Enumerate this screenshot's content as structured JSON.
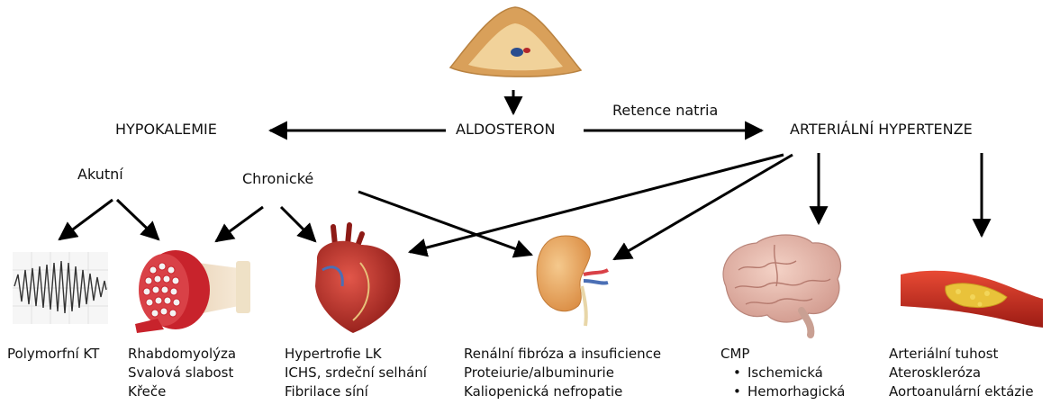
{
  "center": {
    "aldosteron": "ALDOSTERON"
  },
  "left": {
    "hypokalemie": "HYPOKALEMIE",
    "akutni": "Akutní",
    "chronicke": "Chronické"
  },
  "right": {
    "hypertenze": "ARTERIÁLNÍ HYPERTENZE",
    "retence": "Retence natria"
  },
  "captions": {
    "kt": [
      "Polymorfní KT"
    ],
    "rhabdo": [
      "Rhabdomyolýza",
      "Svalová slabost",
      "Křeče"
    ],
    "heart": [
      "Hypertrofie LK",
      "ICHS, srdeční selhání",
      "Fibrilace síní"
    ],
    "kidney": [
      "Renální fibróza a insuficience",
      "Proteiurie/albuminurie",
      "Kaliopenická nefropatie"
    ],
    "cmp": {
      "title": "CMP",
      "items": [
        "Ischemická",
        "Hemorhagická"
      ]
    },
    "vessel": [
      "Arteriální tuhost",
      "Ateroskleróza",
      "Aortoanulární ektázie"
    ]
  },
  "colors": {
    "arrow": "#000000",
    "muscle": "#c8232c",
    "heart": "#b0251f",
    "kidney": "#e8a05a",
    "brain": "#e8b7a8",
    "vessel": "#c0281f",
    "adrenal": "#d9a05a"
  },
  "icons": [
    "adrenal-gland-icon",
    "ecg-trace-icon",
    "muscle-bundle-icon",
    "heart-icon",
    "kidney-icon",
    "brain-icon",
    "artery-plaque-icon"
  ]
}
